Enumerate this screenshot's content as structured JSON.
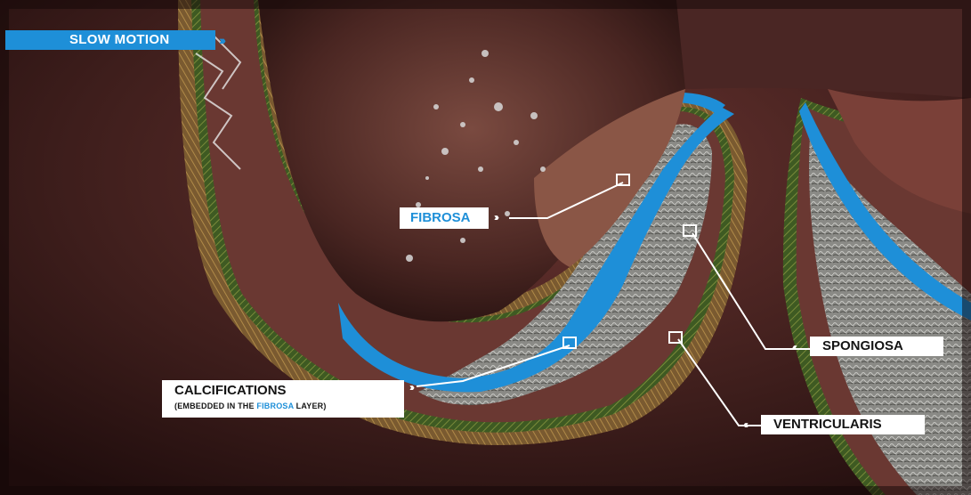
{
  "overlay": {
    "mode_label": "SLOW MOTION"
  },
  "labels": {
    "fibrosa": "FIBROSA",
    "spongiosa": "SPONGIOSA",
    "ventricularis": "VENTRICULARIS",
    "calcifications_title": "CALCIFICATIONS",
    "calcifications_sub_prefix": "(EMBEDDED IN THE ",
    "calcifications_sub_highlight": "FIBROSA",
    "calcifications_sub_suffix": " LAYER)"
  },
  "colors": {
    "accent_blue": "#1e8fd8",
    "tissue_dark": "#5a2a28",
    "tissue_light": "#8c5048",
    "calcification_gray": "#9a9a96",
    "ventricularis_green": "#4f6a2c",
    "label_bg": "#ffffff"
  },
  "icons": {
    "pointer_chevron": "chevron-triple-icon",
    "marker": "square-marker-icon"
  }
}
